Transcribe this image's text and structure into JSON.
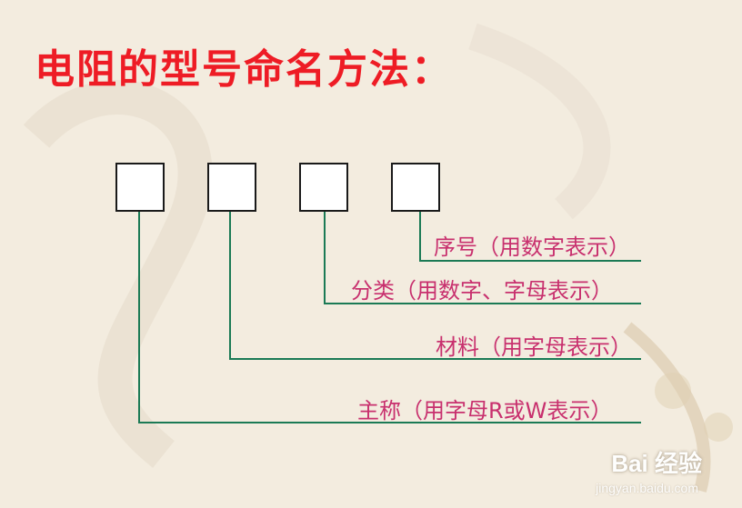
{
  "title": "电阻的型号命名方法：",
  "fields": [
    {
      "label": "序号（用数字表示）"
    },
    {
      "label": "分类（用数字、字母表示）"
    },
    {
      "label": "材料（用字母表示）"
    },
    {
      "label": "主称（用字母R或W表示）"
    }
  ],
  "watermark": {
    "main": "Bai 经验",
    "sub": "jingyan.baidu.com"
  },
  "colors": {
    "title": "#ee1c25",
    "labels": "#c8306e",
    "lines": "#1b7a55",
    "background": "#f3ecdf"
  }
}
